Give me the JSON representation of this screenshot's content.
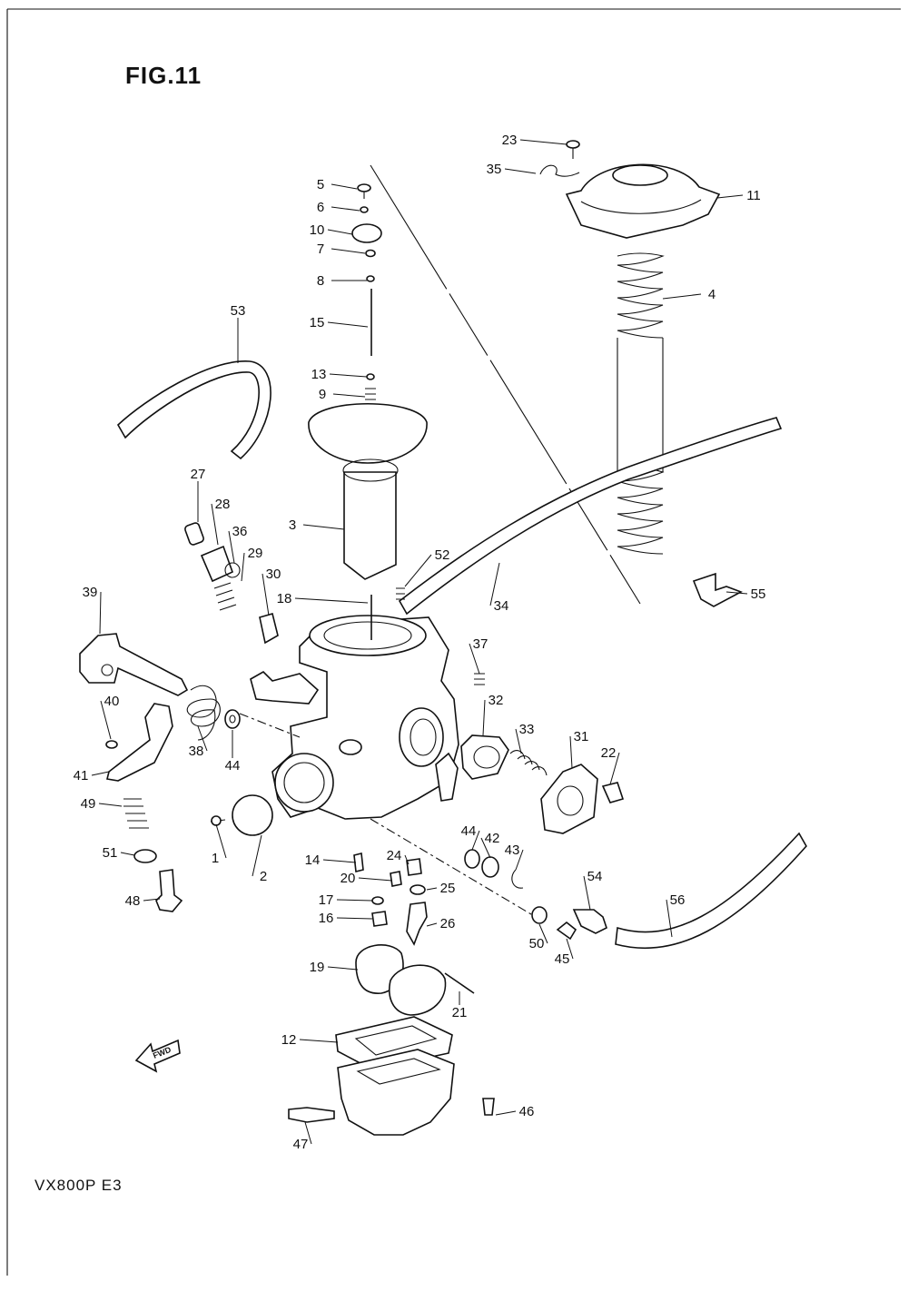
{
  "figure": {
    "title": "FIG.11",
    "footer": "VX800P E3",
    "fwd_label": "FWD"
  },
  "callouts": [
    "1",
    "2",
    "3",
    "4",
    "5",
    "6",
    "7",
    "8",
    "9",
    "10",
    "11",
    "12",
    "13",
    "14",
    "15",
    "16",
    "17",
    "18",
    "19",
    "20",
    "21",
    "22",
    "23",
    "24",
    "25",
    "26",
    "27",
    "28",
    "29",
    "30",
    "31",
    "32",
    "33",
    "34",
    "35",
    "36",
    "37",
    "38",
    "39",
    "40",
    "41",
    "42",
    "43",
    "44",
    "45",
    "46",
    "47",
    "48",
    "49",
    "50",
    "51",
    "52",
    "53",
    "54",
    "55",
    "56"
  ]
}
